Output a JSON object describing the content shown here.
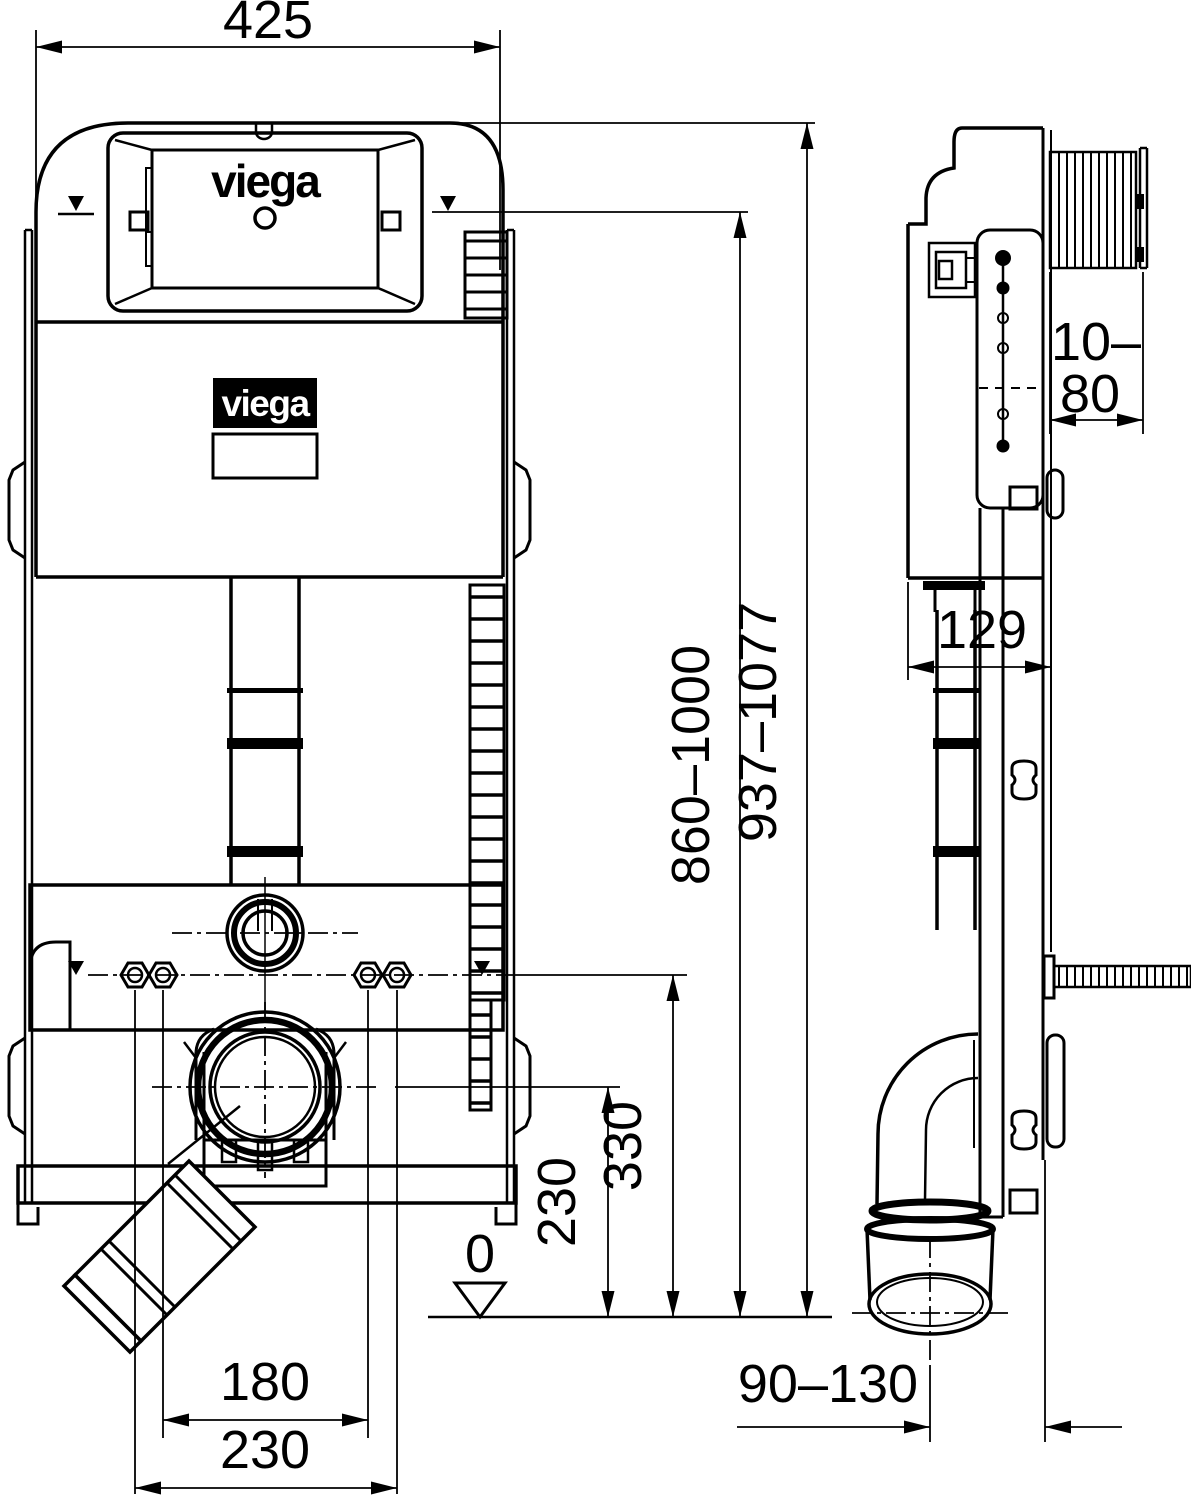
{
  "brand": {
    "logo_top": "viega",
    "logo_body": "viega"
  },
  "front_view": {
    "dim_width": "425",
    "dim_height_activation": "860–1000",
    "dim_height_frame": "937–1077",
    "dim_height_fixing": "330",
    "dim_height_outlet": "230",
    "datum": "0",
    "dim_bolt_spacing_inner": "180",
    "dim_bolt_spacing_outer": "230"
  },
  "side_view": {
    "dim_wall_clearance_line1": "10–",
    "dim_wall_clearance_line2": "80",
    "dim_depth": "129",
    "dim_outlet_offset": "90–130"
  }
}
